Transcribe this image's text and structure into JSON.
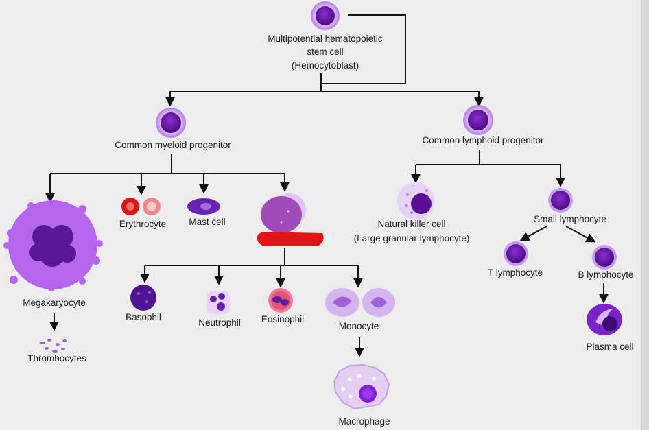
{
  "colors": {
    "background": "#ededed",
    "line": "#111111",
    "cell_purple": "#6a1fa8",
    "cell_light": "#c79bee",
    "erythrocyte_red": "#e02020",
    "redaction": "#e01515"
  },
  "labels": {
    "stem_cell": [
      "Multipotential hematopoietic",
      "stem cell",
      "(Hemocytoblast)"
    ],
    "common_myeloid": "Common myeloid progenitor",
    "common_lymphoid": "Common lymphoid progenitor",
    "megakaryocyte": "Megakaryocyte",
    "thrombocytes": "Thrombocytes",
    "erythrocyte": "Erythrocyte",
    "mast_cell": "Mast cell",
    "basophil": "Basophil",
    "neutrophil": "Neutrophil",
    "eosinophil": "Eosinophil",
    "monocyte": "Monocyte",
    "macrophage": "Macrophage",
    "natural_killer": [
      "Natural killer cell",
      "(Large granular lymphocyte)"
    ],
    "small_lymphocyte": "Small lymphocyte",
    "t_lymphocyte": "T lymphocyte",
    "b_lymphocyte": "B lymphocyte",
    "plasma_cell": "Plasma cell"
  },
  "icons": [
    "stem-cell-icon",
    "megakaryocyte-icon",
    "erythrocyte-icon",
    "mast-cell-icon",
    "myeloblast-icon",
    "basophil-icon",
    "neutrophil-icon",
    "eosinophil-icon",
    "monocyte-icon",
    "macrophage-icon",
    "nk-cell-icon",
    "lymphocyte-icon",
    "plasma-cell-icon",
    "thrombocytes-icon"
  ]
}
